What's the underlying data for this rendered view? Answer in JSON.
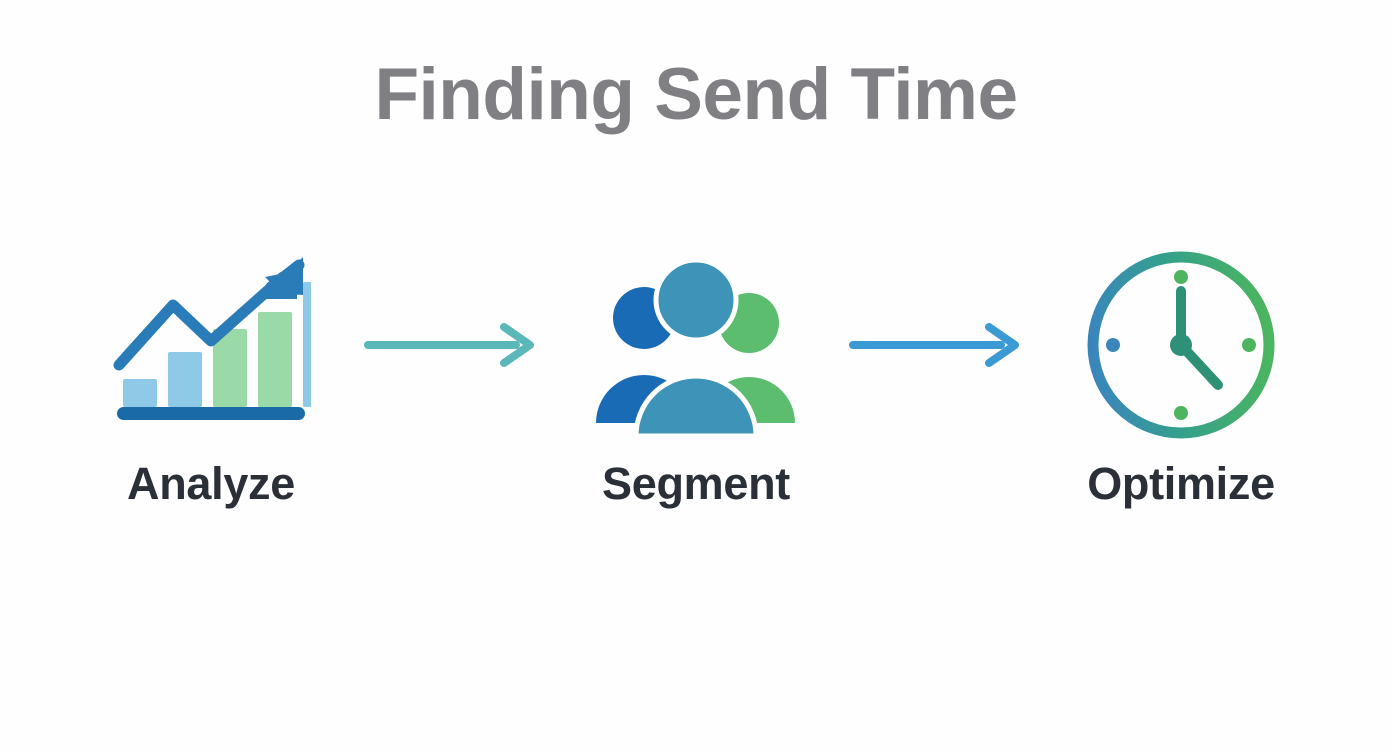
{
  "page": {
    "title": "Finding Send Time",
    "background_color": "#fefefe",
    "title_color": "#807f83",
    "label_color": "#2b3038"
  },
  "flow": {
    "steps": [
      {
        "id": "analyze",
        "label": "Analyze",
        "icon": "bar-chart-growth-icon",
        "colors": {
          "trend_arrow": "#2a7cb8",
          "baseline": "#1b6aa8",
          "bar_blue": "#8ec9e8",
          "bar_green": "#9ad9a8"
        },
        "bars": [
          {
            "color": "bar_blue",
            "height": 28
          },
          {
            "color": "bar_blue",
            "height": 55
          },
          {
            "color": "bar_green",
            "height": 78
          },
          {
            "color": "bar_green",
            "height": 95
          },
          {
            "color": "bar_blue",
            "height": 125
          }
        ]
      },
      {
        "id": "segment",
        "label": "Segment",
        "icon": "people-group-icon",
        "colors": {
          "person_left": "#1a6bb5",
          "person_center": "#3d93b8",
          "person_right": "#5cbd6e"
        }
      },
      {
        "id": "optimize",
        "label": "Optimize",
        "icon": "clock-icon",
        "colors": {
          "ring_start": "#3a86bc",
          "ring_end": "#4cb55f",
          "hands": "#2f9078",
          "dot_12": "#4fb45e",
          "dot_3": "#4fb45e",
          "dot_6": "#4fb45e",
          "dot_9": "#3a86bc"
        }
      }
    ],
    "connectors": [
      {
        "id": "connector-analyze-segment",
        "icon": "arrow-right-icon",
        "color": "#5bb8b8"
      },
      {
        "id": "connector-segment-optimize",
        "icon": "arrow-right-icon",
        "color": "#3b9ad4"
      }
    ]
  }
}
